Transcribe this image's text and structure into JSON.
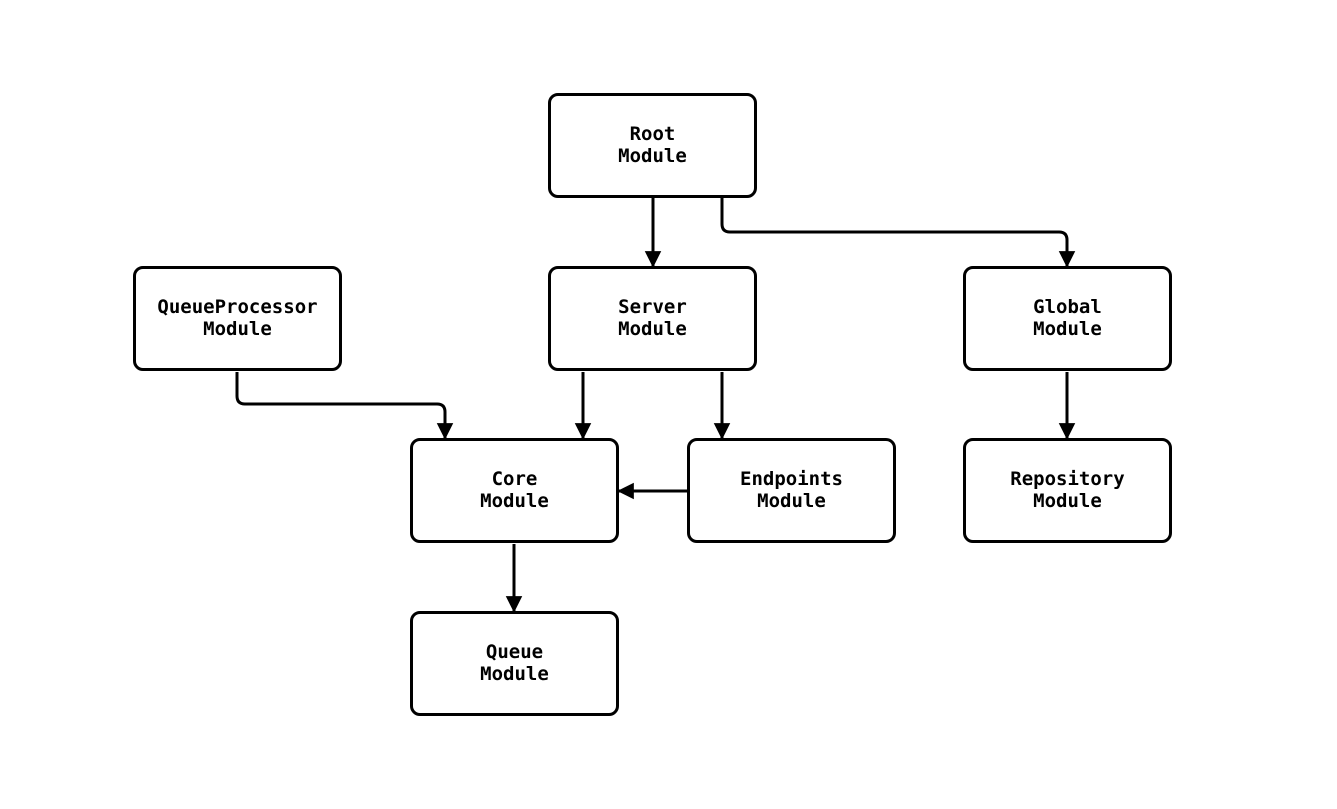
{
  "diagram": {
    "type": "flowchart",
    "direction": "top-down",
    "background_color": "#ffffff",
    "node_border_color": "#000000",
    "node_fill_color": "#ffffff",
    "edge_color": "#000000",
    "text_color": "#000000",
    "nodes": [
      {
        "id": "root",
        "label": "Root\nModule"
      },
      {
        "id": "server",
        "label": "Server\nModule"
      },
      {
        "id": "queueprocessor",
        "label": "QueueProcessor\nModule"
      },
      {
        "id": "global",
        "label": "Global\nModule"
      },
      {
        "id": "core",
        "label": "Core\nModule"
      },
      {
        "id": "endpoints",
        "label": "Endpoints\nModule"
      },
      {
        "id": "repository",
        "label": "Repository\nModule"
      },
      {
        "id": "queue",
        "label": "Queue\nModule"
      }
    ],
    "edges": [
      {
        "from": "Root Module",
        "to": "Server Module"
      },
      {
        "from": "Root Module",
        "to": "Global Module"
      },
      {
        "from": "QueueProcessor Module",
        "to": "Core Module"
      },
      {
        "from": "Server Module",
        "to": "Core Module"
      },
      {
        "from": "Server Module",
        "to": "Endpoints Module"
      },
      {
        "from": "Endpoints Module",
        "to": "Core Module"
      },
      {
        "from": "Global Module",
        "to": "Repository Module"
      },
      {
        "from": "Core Module",
        "to": "Queue Module"
      }
    ]
  }
}
